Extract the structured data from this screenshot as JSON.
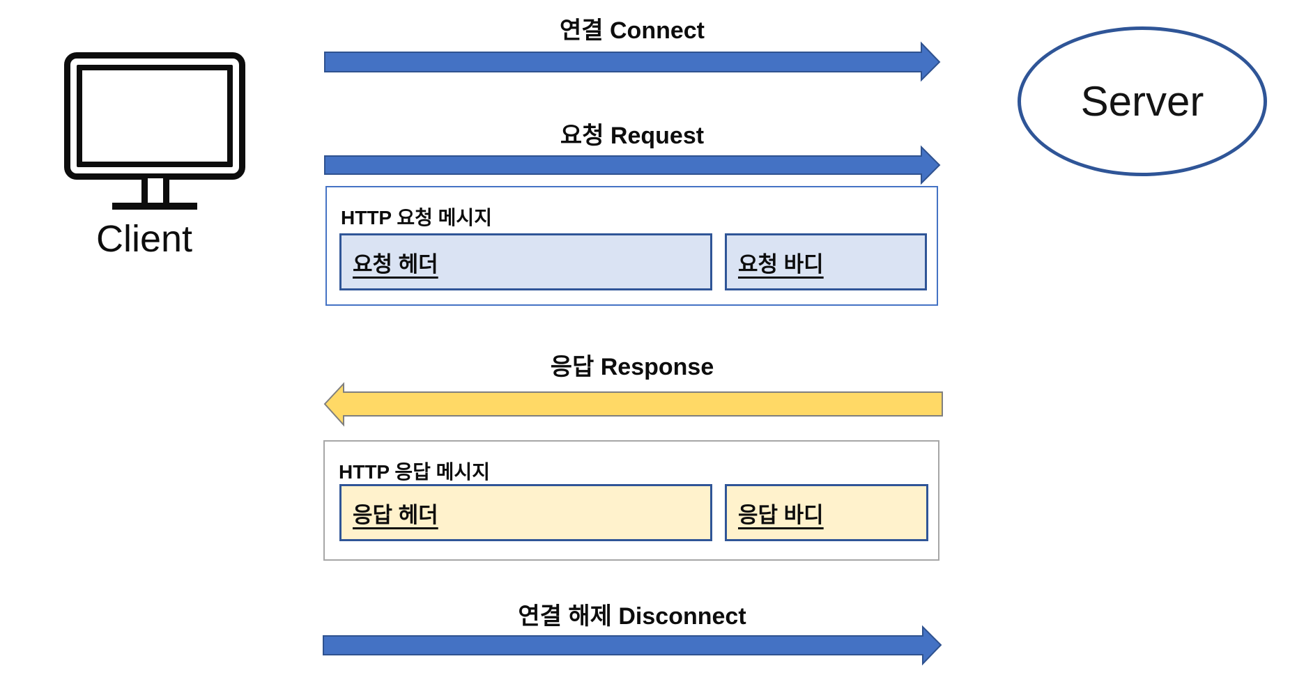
{
  "diagram": {
    "client": {
      "label": "Client"
    },
    "server": {
      "label": "Server"
    },
    "flows": {
      "connect": "연결 Connect",
      "request": "요청 Request",
      "response": "응답 Response",
      "disconnect": "연결 해제 Disconnect"
    },
    "request_message": {
      "title": "HTTP 요청 메시지",
      "header": "요청 헤더",
      "body": "요청 바디"
    },
    "response_message": {
      "title": "HTTP 응답 메시지",
      "header": "응답 헤더",
      "body": "응답 바디"
    },
    "colors": {
      "arrow_blue_fill": "#4472C4",
      "arrow_blue_border": "#2F528F",
      "arrow_yellow_fill": "#FFD966",
      "arrow_yellow_border": "#7F7F7F",
      "request_part_fill": "#DAE3F3",
      "response_part_fill": "#FFF2CC",
      "part_border_blue": "#2F5597",
      "request_box_border": "#4472C4",
      "response_box_border": "#A6A6A6",
      "server_ellipse_border": "#2F5597",
      "icon_black": "#0d0d0d"
    }
  }
}
